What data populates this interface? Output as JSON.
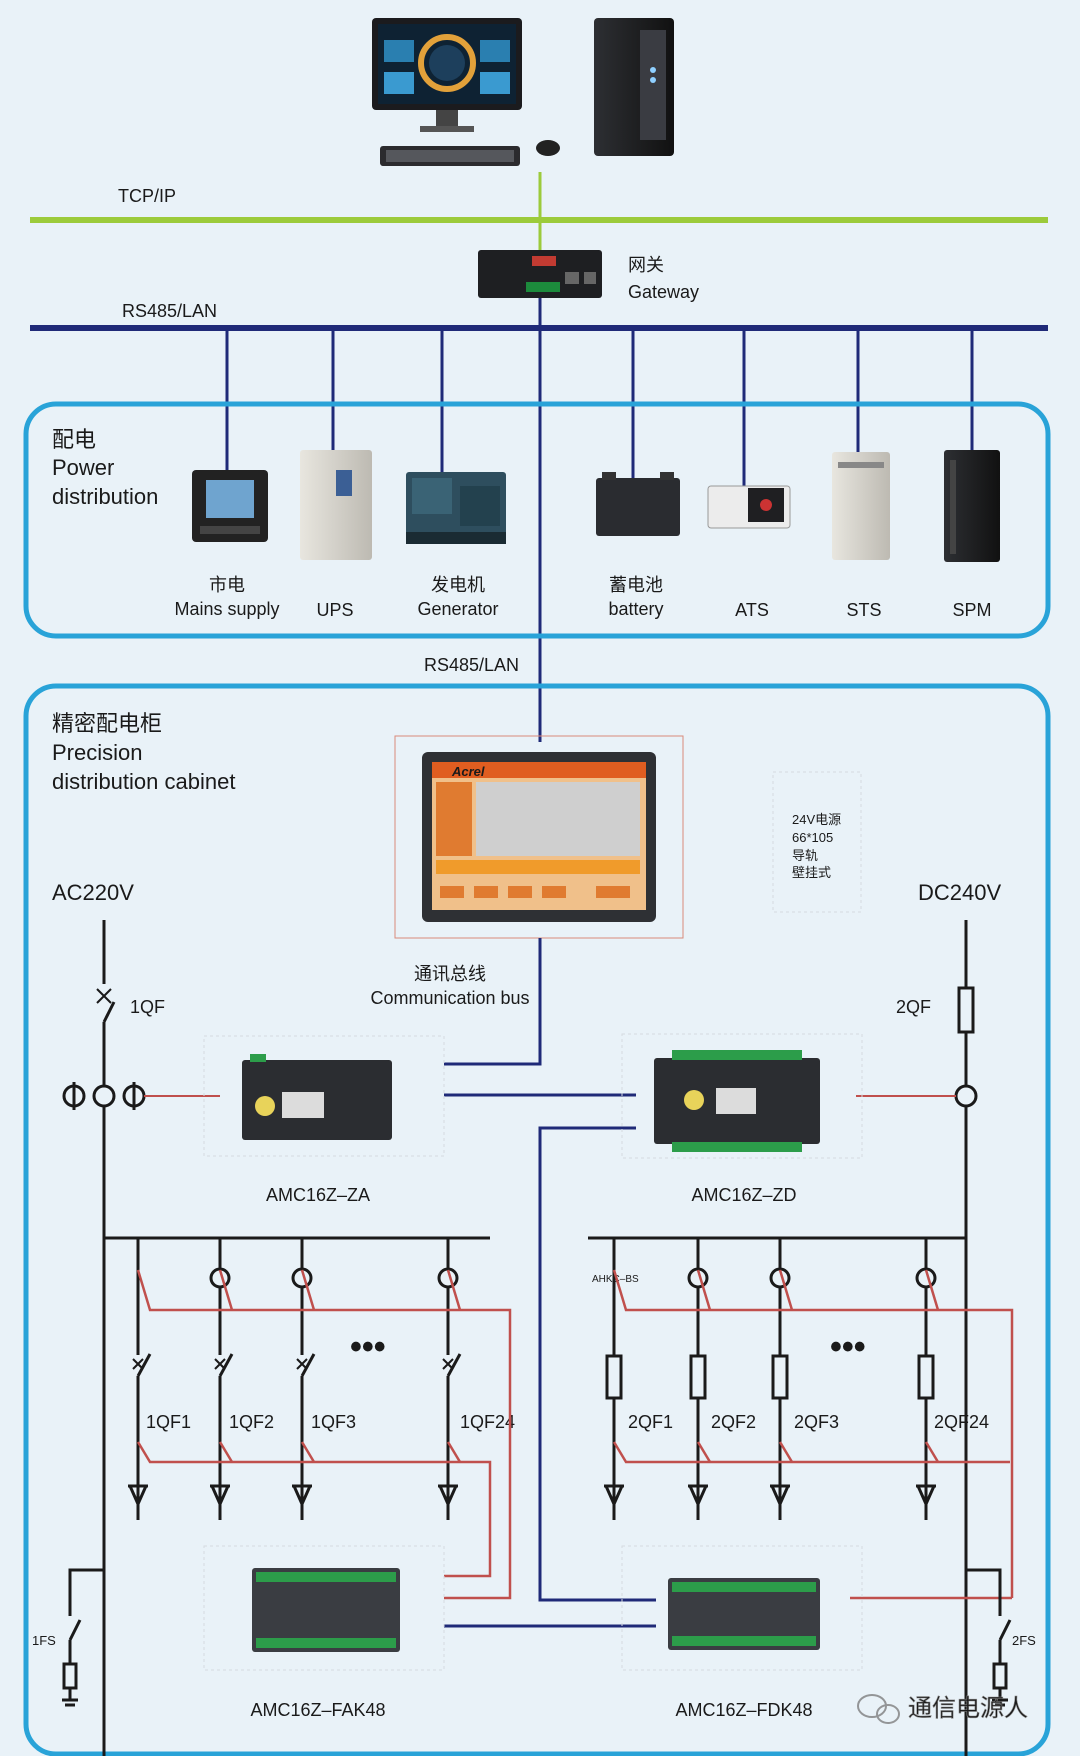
{
  "network": {
    "tcpip_label": "TCP/IP",
    "rs485_label": "RS485/LAN",
    "rs485_label_2": "RS485/LAN",
    "gateway_cn": "网关",
    "gateway_en": "Gateway"
  },
  "power_distribution": {
    "title_cn": "配电",
    "title_en_1": "Power",
    "title_en_2": "distribution",
    "devices": [
      {
        "cn": "市电",
        "en": "Mains supply"
      },
      {
        "cn": "",
        "en": "UPS"
      },
      {
        "cn": "发电机",
        "en": "Generator"
      },
      {
        "cn": "蓄电池",
        "en": "battery"
      },
      {
        "cn": "",
        "en": "ATS"
      },
      {
        "cn": "",
        "en": "STS"
      },
      {
        "cn": "",
        "en": "SPM"
      }
    ]
  },
  "cabinet": {
    "title_cn": "精密配电柜",
    "title_en_1": "Precision",
    "title_en_2": "distribution cabinet",
    "ac_label": "AC220V",
    "dc_label": "DC240V",
    "hmi_brand": "Acrel",
    "psu_note": [
      "24V电源",
      "66*105",
      "导轨",
      "壁挂式"
    ],
    "bus_cn": "通讯总线",
    "bus_en": "Communication bus",
    "main_ac_breaker": "1QF",
    "main_dc_breaker": "2QF",
    "module_za": "AMC16Z–ZA",
    "module_zd": "AMC16Z–ZD",
    "module_fak": "AMC16Z–FAK48",
    "module_fdk": "AMC16Z–FDK48",
    "sensor_label": "AHKC–BS",
    "ac_branches": [
      "1QF1",
      "1QF2",
      "1QF3",
      "1QF24"
    ],
    "dc_branches": [
      "2QF1",
      "2QF2",
      "2QF3",
      "2QF24"
    ],
    "ac_fs": "1FS",
    "dc_fs": "2FS",
    "ellipsis": "•••"
  },
  "watermark": "通信电源人",
  "colors": {
    "tcp_line": "#9ccb3b",
    "rs485_line": "#1f2a78",
    "panel_border": "#29a3d8",
    "signal_line": "#c0504d"
  }
}
